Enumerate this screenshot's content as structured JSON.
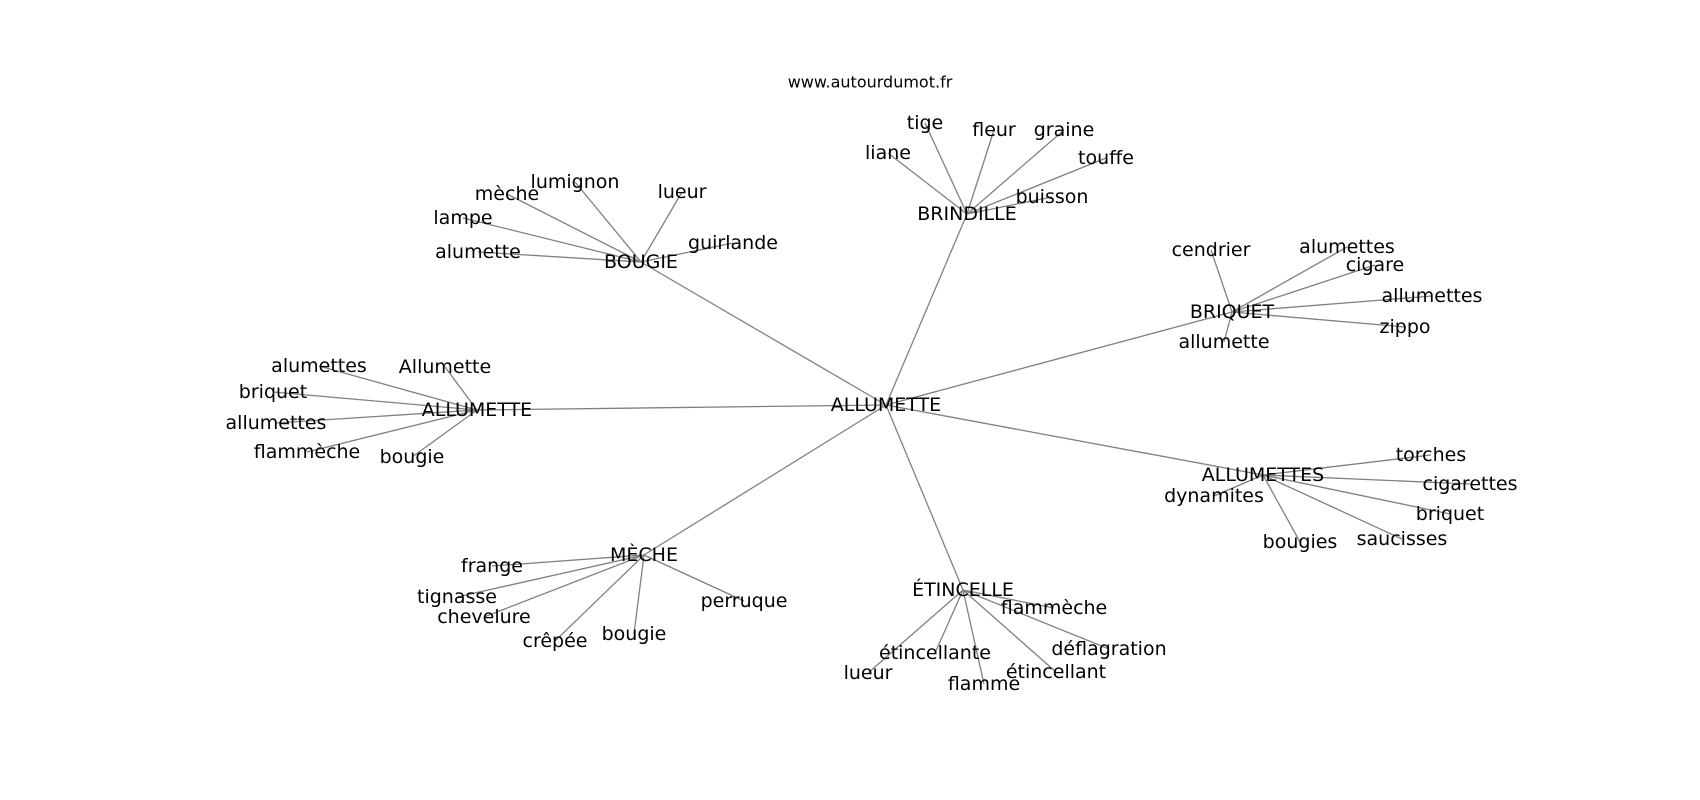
{
  "source": "www.autourdumot.fr",
  "center": "ALLUMETTE",
  "clusters": [
    {
      "label": "BRINDILLE",
      "leaves": [
        "liane",
        "tige",
        "fleur",
        "graine",
        "touffe",
        "buisson"
      ]
    },
    {
      "label": "BOUGIE",
      "leaves": [
        "lumignon",
        "mèche",
        "lampe",
        "alumette",
        "lueur",
        "guirlande"
      ]
    },
    {
      "label": "BRIQUET",
      "leaves": [
        "cendrier",
        "alumettes",
        "cigare",
        "allumettes",
        "zippo",
        "allumette"
      ]
    },
    {
      "label": "ALLUMETTE",
      "leaves": [
        "alumettes",
        "Allumette",
        "briquet",
        "allumettes",
        "flammèche",
        "bougie"
      ]
    },
    {
      "label": "ALLUMETTES",
      "leaves": [
        "torches",
        "cigarettes",
        "briquet",
        "saucisses",
        "bougies",
        "dynamites"
      ]
    },
    {
      "label": "MÈCHE",
      "leaves": [
        "frange",
        "tignasse",
        "chevelure",
        "crêpée",
        "bougie",
        "perruque"
      ]
    },
    {
      "label": "ÉTINCELLE",
      "leaves": [
        "flammèche",
        "déflagration",
        "étincellant",
        "flamme",
        "lueur",
        "étincellante"
      ]
    }
  ]
}
